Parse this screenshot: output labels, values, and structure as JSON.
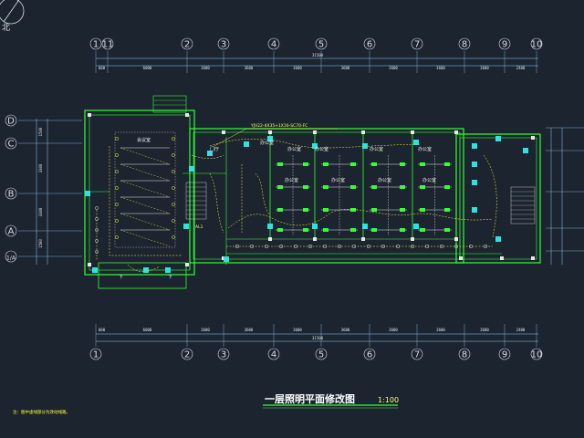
{
  "north_label": "北",
  "title": "一层照明平面修改图",
  "scale": "1:100",
  "note": "注：图中虚线部分为改动线路。",
  "circuit_label": "YJV22-4X35+1X16-SC70-FC",
  "overall_dim": "31500",
  "axes_top": [
    "1",
    "11",
    "2",
    "3",
    "4",
    "5",
    "6",
    "7",
    "8",
    "9",
    "10"
  ],
  "axes_bottom": [
    "1",
    "2",
    "3",
    "4",
    "5",
    "6",
    "7",
    "8",
    "9",
    "10"
  ],
  "axes_left": [
    "D",
    "C",
    "B",
    "A",
    "1/A"
  ],
  "top_dims": [
    "600",
    "6000",
    "3600",
    "3600",
    "3600",
    "3600",
    "3600",
    "3600",
    "3600",
    "2400"
  ],
  "bottom_dims": [
    "600",
    "6000",
    "3600",
    "3600",
    "3600",
    "3600",
    "3600",
    "3600",
    "3600",
    "2400"
  ],
  "left_dims": [
    "1500",
    "3300",
    "3300",
    "1500"
  ],
  "rooms": {
    "meeting": "会议室",
    "office1": "办公室",
    "office2": "办公室",
    "office3": "办公室",
    "office4": "办公室",
    "lobby": "门厅"
  },
  "panel_label": "AL1",
  "down_label": "下"
}
